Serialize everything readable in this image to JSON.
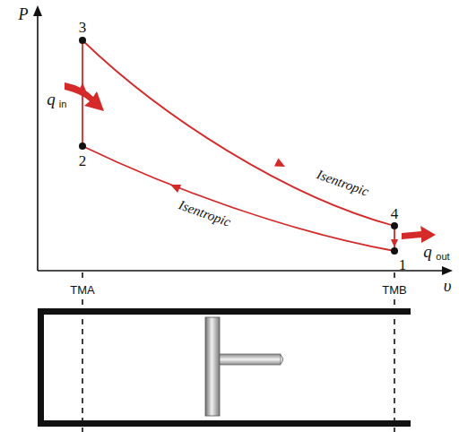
{
  "diagram": {
    "labels": [
      "P",
      "3",
      "q",
      "in",
      "2",
      "Isentropic",
      "Isentropic",
      "4",
      "q",
      "out",
      "1",
      "TMA",
      "TMB",
      "υ"
    ]
  }
}
